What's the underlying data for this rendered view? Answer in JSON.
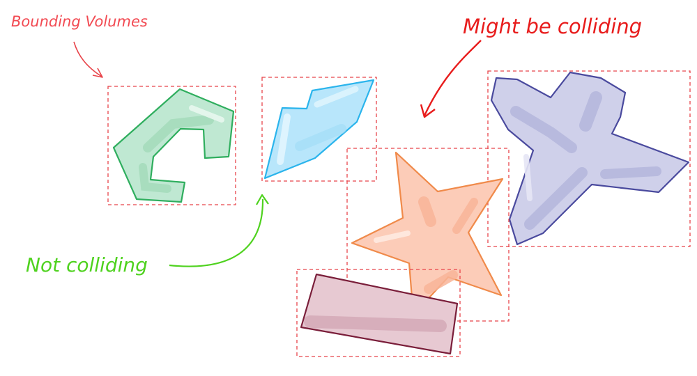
{
  "labels": {
    "bounding_volumes": "Bounding Volumes",
    "might_be_colliding": "Might be colliding",
    "not_colliding": "Not colliding"
  },
  "colors": {
    "background": "#ffffff",
    "bounding_box": "#e8444a",
    "label_red": "#f24a52",
    "arrow_red": "#e81c1c",
    "label_green": "#4fd21f",
    "green_shape_fill": "#bfe8d2",
    "green_shape_stroke": "#2fae5e",
    "blue_shape_fill": "#b8e6fb",
    "blue_shape_stroke": "#2ab4ec",
    "orange_shape_fill": "#fcccb8",
    "orange_shape_stroke": "#f08a4a",
    "purple_shape_fill": "#cfd0ea",
    "purple_shape_stroke": "#4a4a9e",
    "maroon_shape_fill": "#e7c9d2",
    "maroon_shape_stroke": "#7a1e3a"
  },
  "shapes": [
    {
      "name": "green-c-polygon",
      "kind": "c-shape"
    },
    {
      "name": "blue-crystal-polygon",
      "kind": "crystal"
    },
    {
      "name": "orange-star",
      "kind": "star"
    },
    {
      "name": "purple-cross-shape",
      "kind": "cross"
    },
    {
      "name": "maroon-rectangle",
      "kind": "rectangle"
    }
  ]
}
